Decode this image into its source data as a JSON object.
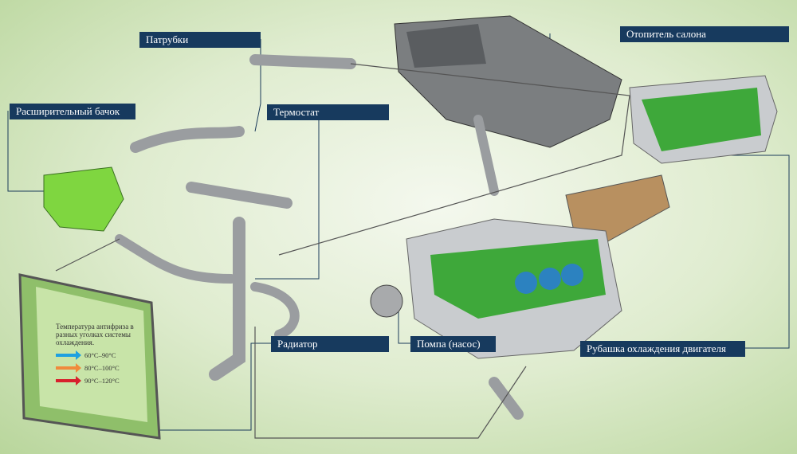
{
  "labels": {
    "hoses": "Патрубки",
    "heater": "Отопитель салона",
    "expansion_tank": "Расширительный бачок",
    "thermostat": "Термостат",
    "radiator": "Радиатор",
    "pump": "Помпа (насос)",
    "engine_jacket": "Рубашка охлаждения двигателя"
  },
  "legend": {
    "title": "Температура антифриза в разных уголках системы охлаждения.",
    "items": [
      {
        "label": "60°C–90°C",
        "color": "#1ea0e0"
      },
      {
        "label": "80°C–100°C",
        "color": "#f08a3c"
      },
      {
        "label": "90°C–120°C",
        "color": "#d8202c"
      }
    ]
  }
}
